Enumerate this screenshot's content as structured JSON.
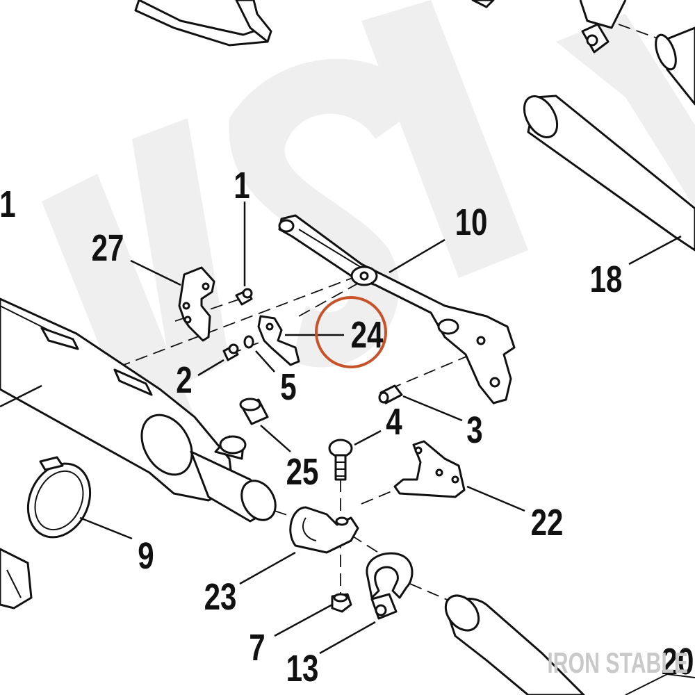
{
  "diagram": {
    "highlight_color": "#c8532a",
    "highlighted_callout": "24",
    "callouts": [
      "1",
      "1",
      "27",
      "10",
      "18",
      "2",
      "5",
      "24",
      "3",
      "4",
      "25",
      "22",
      "9",
      "23",
      "7",
      "13",
      "20"
    ]
  },
  "watermark": {
    "brand_text": "IRON STABLE"
  }
}
